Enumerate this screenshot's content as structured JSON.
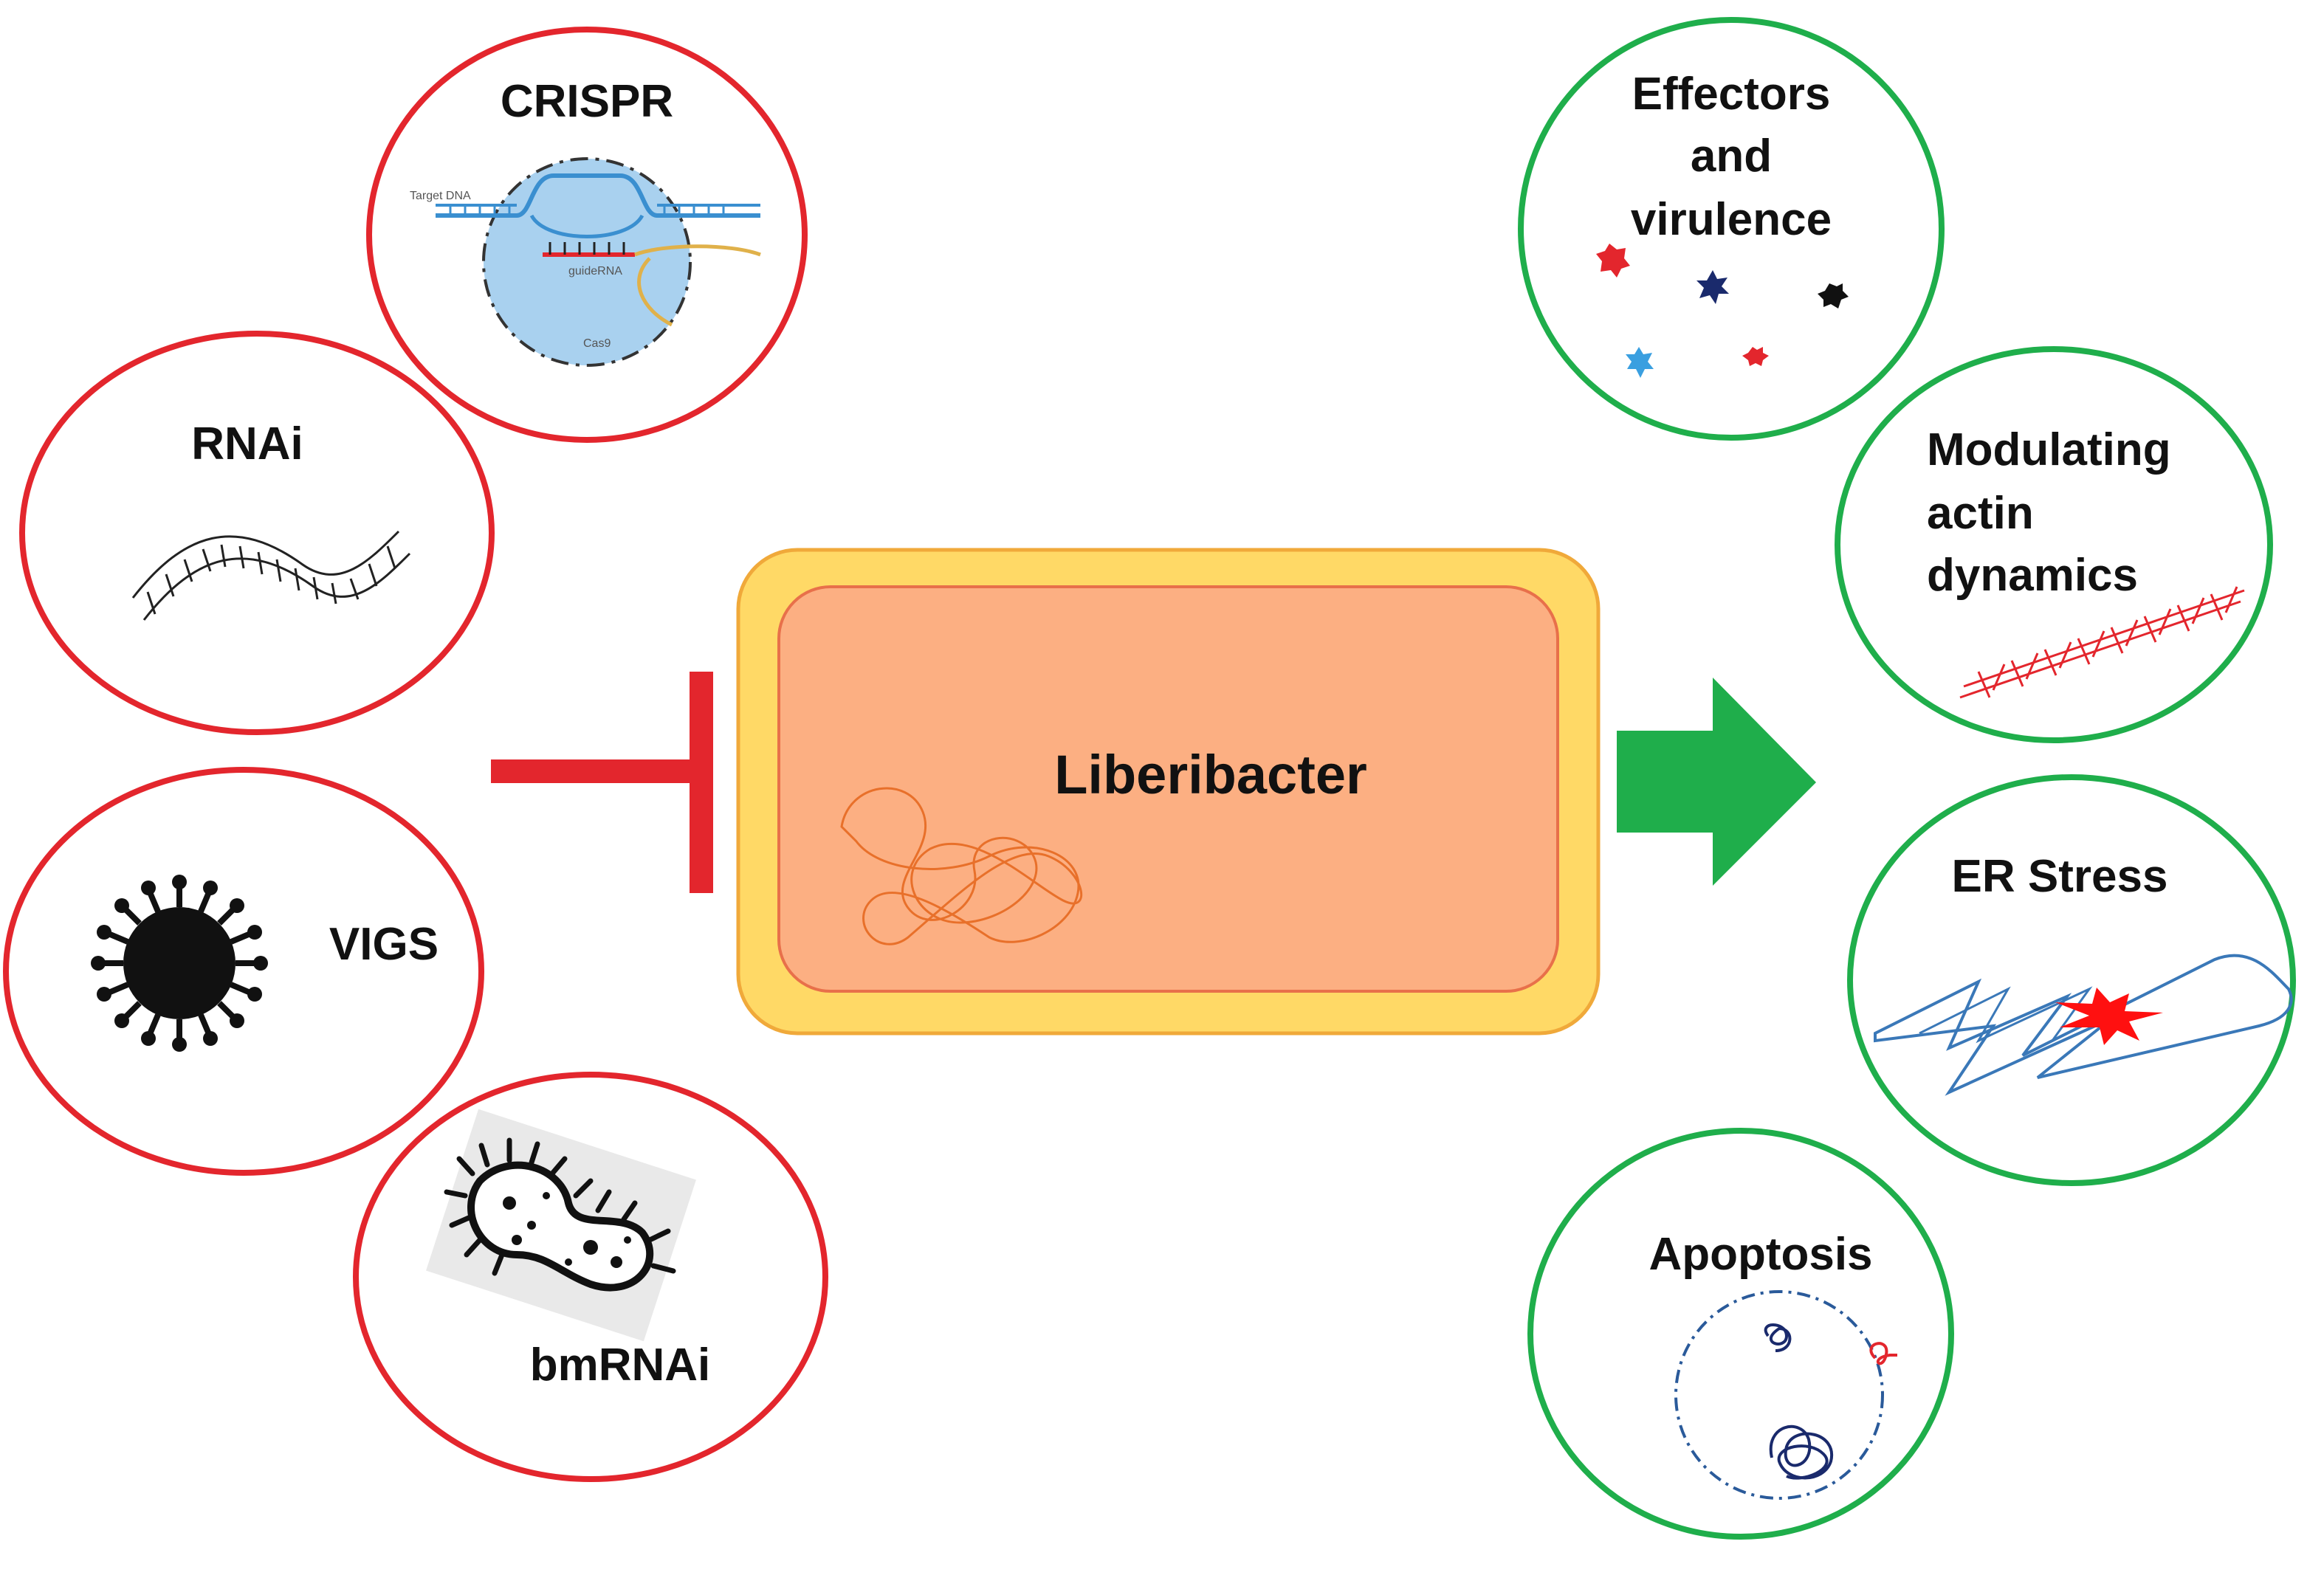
{
  "colors": {
    "inhibit": "#e3262d",
    "promote": "#1fae4b",
    "cell_outer": "#ffd966",
    "cell_outer_stroke": "#f0a93a",
    "cell_inner": "#fcaf82",
    "cell_inner_stroke": "#e8704a",
    "dna_blue": "#3a8fd0",
    "circle_fill": "#ffffff"
  },
  "center": {
    "label": "Liberibacter"
  },
  "inhibitors": [
    {
      "id": "crispr",
      "label": "CRISPR",
      "icon": "crispr-cas9-icon",
      "sublabels": {
        "target": "Target DNA",
        "guide": "guideRNA",
        "cas": "Cas9"
      }
    },
    {
      "id": "rnai",
      "label": "RNAi",
      "icon": "rna-ladder-icon"
    },
    {
      "id": "vigs",
      "label": "VIGS",
      "icon": "virus-icon"
    },
    {
      "id": "bmrnai",
      "label": "bmRNAi",
      "icon": "bacterium-icon"
    }
  ],
  "effects": [
    {
      "id": "effectors",
      "label_lines": [
        "Effectors",
        "and",
        "virulence"
      ],
      "icon": "effector-dots-icon"
    },
    {
      "id": "actin",
      "label_lines": [
        "Modulating",
        "actin",
        "dynamics"
      ],
      "icon": "actin-filament-icon"
    },
    {
      "id": "er",
      "label_lines": [
        "ER Stress"
      ],
      "icon": "er-stress-icon"
    },
    {
      "id": "apoptosis",
      "label_lines": [
        "Apoptosis"
      ],
      "icon": "apoptotic-cell-icon"
    }
  ]
}
